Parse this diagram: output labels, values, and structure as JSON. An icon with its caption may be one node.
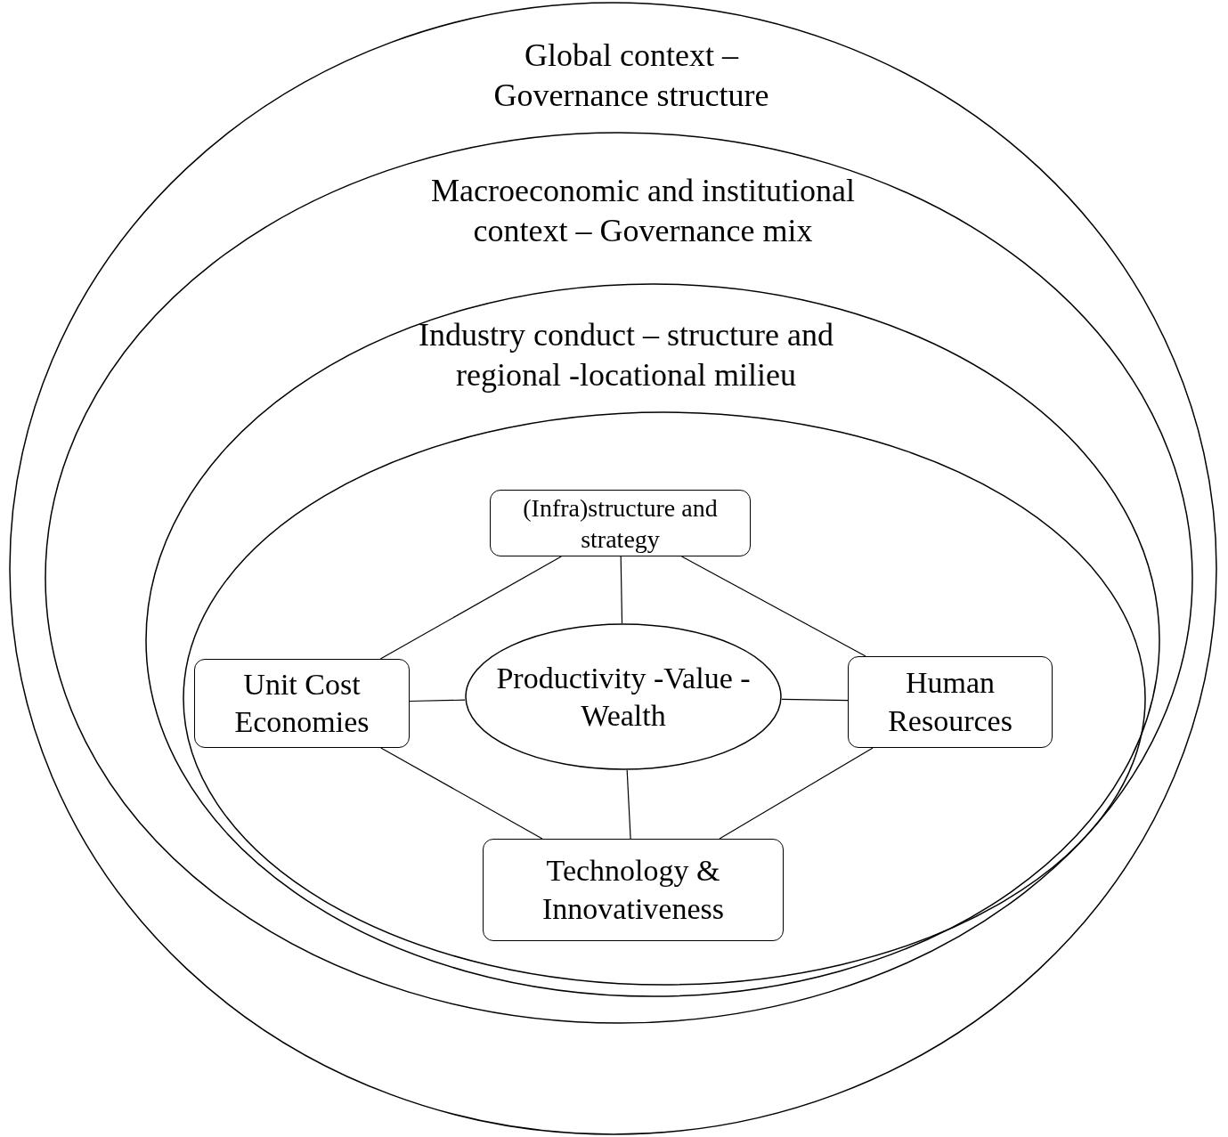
{
  "diagram": {
    "nodes": [
      {
        "text": [
          "Global context – Governance structure"
        ]
      },
      {
        "text": [
          "Macroeconomic and institutional context – Governance mix"
        ],
        "in": 0
      },
      {
        "text": [
          "Industry conduct – structure and regional -locational milieu"
        ],
        "in": 1
      },
      {
        "text": [],
        "shape": "ellipse",
        "in": 2
      },
      {
        "text": [
          "(Infra)structure and strategy"
        ],
        "in": 3
      },
      {
        "text": [
          "Unit Cost Economies"
        ],
        "in": 3
      },
      {
        "text": [
          "Productivity -Value - Wealth"
        ],
        "in": 3
      },
      {
        "text": [
          "Human Resources"
        ],
        "in": 3
      },
      {
        "text": [
          "Technology & Innovativeness"
        ],
        "in": 3
      }
    ],
    "edges": [
      {
        "from": 4,
        "to": 6,
        "arrow": "none"
      },
      {
        "from": 4,
        "to": 5,
        "arrow": "none"
      },
      {
        "from": 4,
        "to": 7,
        "arrow": "none"
      },
      {
        "from": 5,
        "to": 6,
        "arrow": "none"
      },
      {
        "from": 6,
        "to": 7,
        "arrow": "none"
      },
      {
        "from": 5,
        "to": 8,
        "arrow": "none"
      },
      {
        "from": 6,
        "to": 8,
        "arrow": "none"
      },
      {
        "from": 7,
        "to": 8,
        "arrow": "none"
      }
    ]
  }
}
